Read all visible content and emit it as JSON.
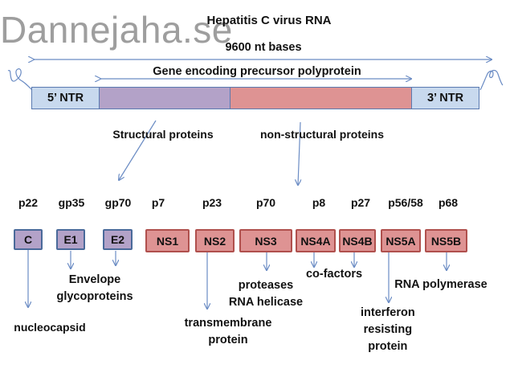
{
  "watermark": "Dannejaha.se",
  "title": "Hepatitis C virus RNA",
  "length_label": "9600 nt bases",
  "gene_label": "Gene encoding precursor polyprotein",
  "ntr5": "5’ NTR",
  "ntr3": "3’ NTR",
  "structural_label": "Structural proteins",
  "nonstructural_label": "non-structural proteins",
  "mass": [
    "p22",
    "gp35",
    "gp70",
    "p7",
    "p23",
    "p70",
    "p8",
    "p27",
    "p56/58",
    "p68"
  ],
  "proteins": [
    "C",
    "E1",
    "E2",
    "NS1",
    "NS2",
    "NS3",
    "NS4A",
    "NS4B",
    "NS5A",
    "NS5B"
  ],
  "functions": {
    "envelope": [
      "Envelope",
      "glycoproteins"
    ],
    "nucleocapsid": "nucleocapsid",
    "proteases": [
      "proteases",
      "RNA helicase"
    ],
    "transmembrane": [
      "transmembrane",
      "protein"
    ],
    "cofactors": "co-factors",
    "interferon": [
      "interferon",
      "resisting",
      "protein"
    ],
    "polymerase": "RNA polymerase"
  },
  "colors": {
    "structural": "#b3a2c8",
    "nonstructural": "#de9393",
    "ntr": "#c8d9ee",
    "arrow": "#6b8cc4"
  }
}
